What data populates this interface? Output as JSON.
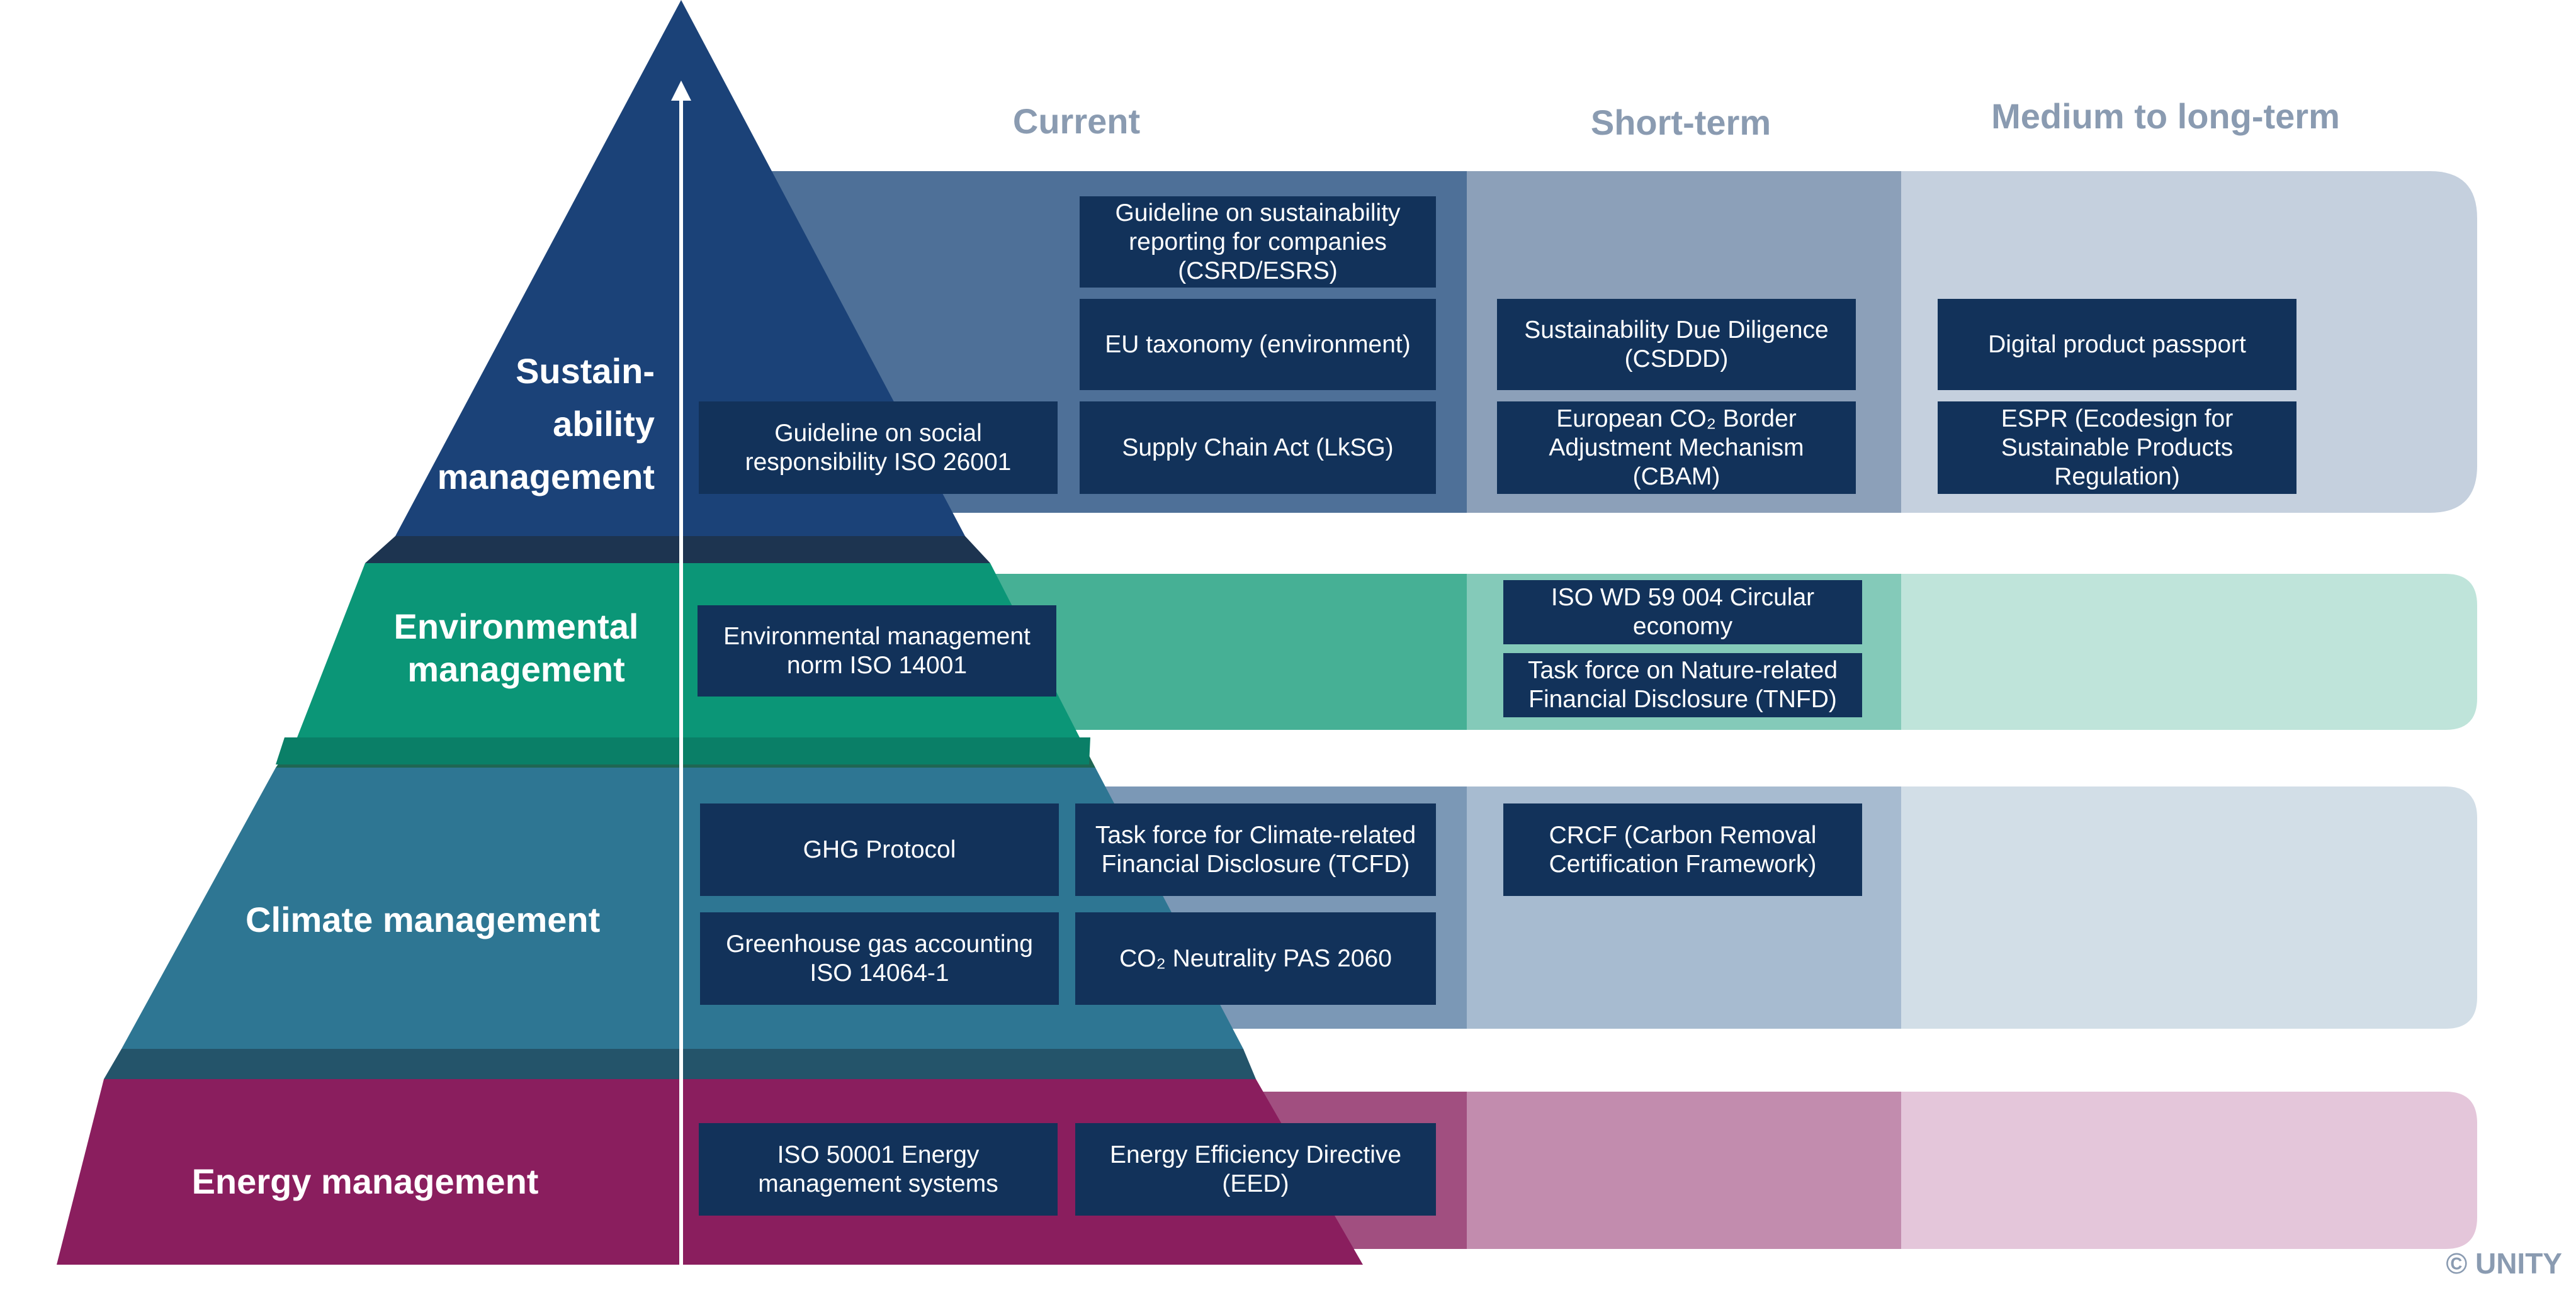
{
  "columns": {
    "current": "Current",
    "short_term": "Short-term",
    "medium_long": "Medium to long-term"
  },
  "levels": {
    "sustainability": "Sustain-\nability\nmanagement",
    "environmental": "Environmental\nmanagement",
    "climate": "Climate management",
    "energy": "Energy management"
  },
  "boxes": {
    "csrd": "Guideline on sustainability reporting for companies (CSRD/ESRS)",
    "eu_taxonomy": "EU taxonomy (environment)",
    "iso26001": "Guideline on social responsibility ISO 26001",
    "lksg": "Supply Chain Act  (LkSG)",
    "csddd": "Sustainability Due Diligence (CSDDD)",
    "cbam": "European CO₂ Border Adjustment Mechanism (CBAM)",
    "dpp": "Digital product passport",
    "espr": "ESPR (Ecodesign for Sustainable Products Regulation)",
    "iso14001": "Environmental management norm ISO 14001",
    "iso59004": "ISO WD 59 004 Circular economy",
    "tnfd": "Task force on Nature-related Financial Disclosure (TNFD)",
    "ghg": "GHG Protocol",
    "tcfd": "Task force for Climate-related Financial Disclosure (TCFD)",
    "crcf": "CRCF (Carbon Removal Certification Framework)",
    "iso14064": "Greenhouse gas accounting ISO 14064-1",
    "pas2060": "CO₂ Neutrality PAS 2060",
    "iso50001": "ISO 50001 Energy management systems",
    "eed": "Energy Efficiency Directive (EED)"
  },
  "copyright": "© UNITY",
  "colors": {
    "sustainability": "#1b4278",
    "environmental": "#0b9677",
    "climate": "#2e7693",
    "energy": "#8a1e5e",
    "box": "#12325a",
    "header_text": "#8a9bb1"
  }
}
